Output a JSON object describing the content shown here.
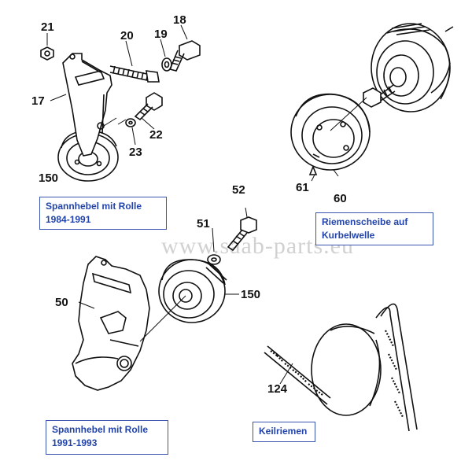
{
  "captions": {
    "tensioner_1984": "Spannhebel mit  Rolle\n1984-1991",
    "crank_pulley": "Riemenscheibe auf\nKurbelwelle",
    "tensioner_1991": "Spannhebel mit Rolle\n1991-1993",
    "belt": "Keilriemen"
  },
  "part_numbers": {
    "p21": "21",
    "p20": "20",
    "p19": "19",
    "p18": "18",
    "p17": "17",
    "p22": "22",
    "p23": "23",
    "p150a": "150",
    "p61": "61",
    "p60": "60",
    "p52": "52",
    "p51": "51",
    "p50": "50",
    "p150b": "150",
    "p124": "124"
  },
  "watermark": "www.saab-parts.eu"
}
